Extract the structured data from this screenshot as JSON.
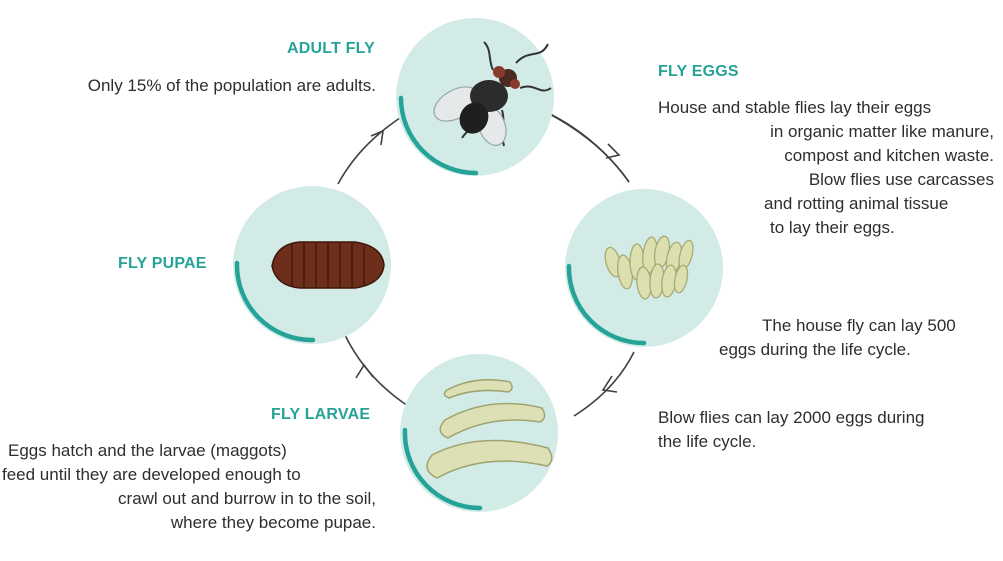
{
  "colors": {
    "accent": "#26a399",
    "circle_fill": "#d3ebe7",
    "arrow": "#404040",
    "text": "#2e2e2e"
  },
  "stages": {
    "adult": {
      "title": "ADULT FLY",
      "text": "Only 15% of the population are adults.",
      "icon": "adult-fly-icon"
    },
    "eggs": {
      "title": "FLY EGGS",
      "line1": "House and stable flies lay their eggs",
      "line2": "in organic matter like manure,",
      "line3": "compost and kitchen waste.",
      "line4": "Blow flies use carcasses",
      "line5": "and rotting animal tissue",
      "line6": "to lay their eggs.",
      "note1_line1": "The house fly can lay 500",
      "note1_line2": "eggs during the life cycle.",
      "note2_line1": "Blow flies can lay 2000 eggs during",
      "note2_line2": "the life cycle.",
      "icon": "fly-eggs-icon"
    },
    "larvae": {
      "title": "FLY LARVAE",
      "line1": "Eggs hatch and the larvae (maggots)",
      "line2": "feed until they are developed enough to",
      "line3": "crawl out and burrow in to the soil,",
      "line4": "where they become pupae.",
      "icon": "fly-larvae-icon"
    },
    "pupae": {
      "title": "FLY PUPAE",
      "icon": "fly-pupa-icon"
    }
  }
}
